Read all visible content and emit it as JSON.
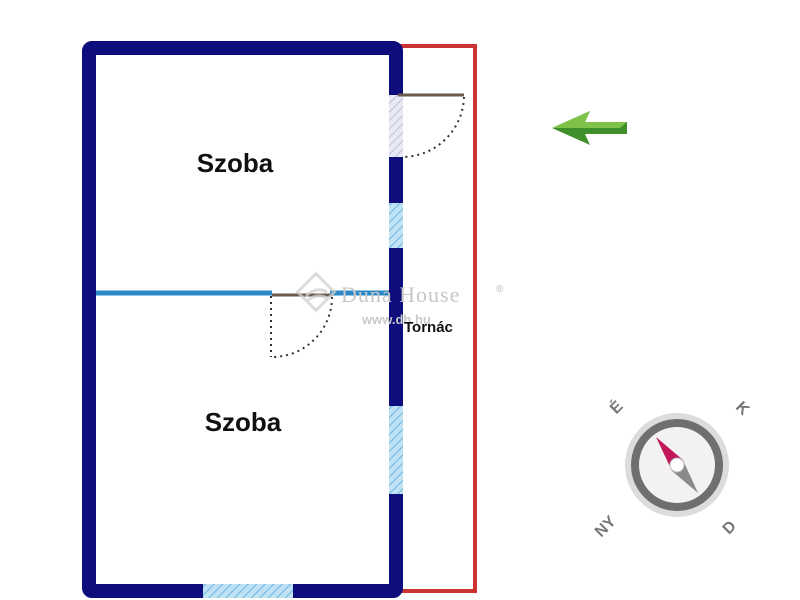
{
  "floorplan": {
    "rooms": [
      {
        "id": "upper",
        "label": "Szoba"
      },
      {
        "id": "lower",
        "label": "Szoba"
      }
    ],
    "porch": {
      "label": "Tornác"
    }
  },
  "watermark": {
    "brand": "Duna House",
    "registered": "®",
    "url": "www.dh.hu"
  },
  "compass": {
    "north": "É",
    "east": "K",
    "south": "D",
    "west": "NY"
  },
  "colors": {
    "wall": "#0d0d7d",
    "porch_outline": "#cc3333",
    "interior_wall": "#2a88c6",
    "window_fill": "#a9d5ef",
    "arrow": "#3f8f2a",
    "compass_needle": "#c2185b"
  },
  "icons": {
    "direction_arrow": "arrow-left-icon",
    "compass": "compass-icon"
  }
}
